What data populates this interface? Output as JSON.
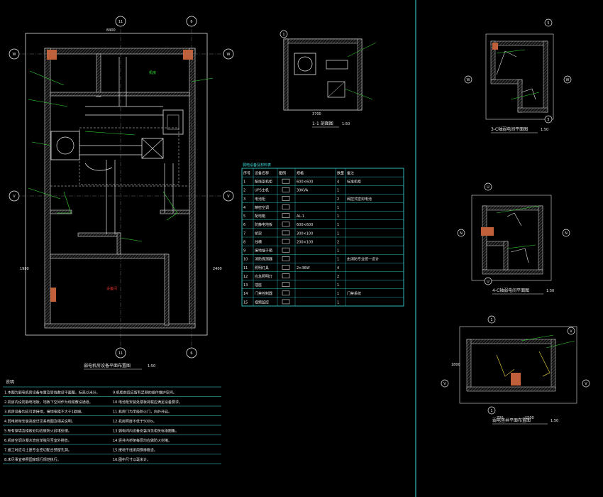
{
  "drawing": {
    "main_plan_title": "弱电机房设备平面布置图",
    "main_plan_scale": "1:50",
    "section_title": "1-1 剖面图",
    "section_scale": "1:50",
    "plan_b_title": "3-C轴弱电间平面图",
    "plan_b_scale": "1:50",
    "plan_c_title": "4-C轴弱电间平面图",
    "plan_c_scale": "1:50",
    "plan_d_title": "弱电竖井平面布置图",
    "plan_d_scale": "1:50",
    "main_room_label": "机房",
    "lower_room_label": "设备间",
    "axes": {
      "top_left": "11",
      "top_right": "6",
      "bottom_left": "11",
      "bottom_right": "6",
      "left_top": "W",
      "left_mid": "V",
      "right_top": "W",
      "right_mid": "V",
      "section_top": "1",
      "b_top": "5",
      "b_bottom": "5",
      "b_left": "W",
      "b_right": "W",
      "c_top": "U",
      "c_left": "N",
      "c_right": "N",
      "c_bottom": "U",
      "d_top_left": "1",
      "d_top_right": "V",
      "d_left": "V",
      "d_right": "V",
      "d_bottom": "1"
    },
    "dimension_labels": [
      "8400",
      "1980",
      "2400",
      "3700",
      "1800",
      "700",
      "1500"
    ]
  },
  "legend_table": {
    "title": "弱电设备及材料表",
    "headers": [
      "序号",
      "设备名称",
      "图例",
      "规格",
      "数量",
      "备注"
    ],
    "rows": [
      [
        "1",
        "配线架机柜",
        "",
        "600×600",
        "4",
        "标准机柜"
      ],
      [
        "2",
        "UPS主机",
        "",
        "30KVA",
        "1",
        ""
      ],
      [
        "3",
        "电池柜",
        "",
        "",
        "2",
        "阀控式密封电池"
      ],
      [
        "4",
        "精密空调",
        "",
        "",
        "1",
        ""
      ],
      [
        "5",
        "配电箱",
        "",
        "AL-1",
        "1",
        ""
      ],
      [
        "6",
        "防静电地板",
        "",
        "600×600",
        "1",
        ""
      ],
      [
        "7",
        "桥架",
        "",
        "300×100",
        "1",
        ""
      ],
      [
        "8",
        "线槽",
        "",
        "200×100",
        "2",
        ""
      ],
      [
        "9",
        "接地端子箱",
        "",
        "",
        "1",
        ""
      ],
      [
        "10",
        "消防探测器",
        "",
        "",
        "1",
        "由消防专业统一设计"
      ],
      [
        "11",
        "照明灯具",
        "",
        "2×36W",
        "4",
        ""
      ],
      [
        "12",
        "应急照明灯",
        "",
        "",
        "2",
        ""
      ],
      [
        "13",
        "插座",
        "",
        "",
        "1",
        ""
      ],
      [
        "14",
        "门禁控制器",
        "",
        "",
        "1",
        "门禁系统"
      ],
      [
        "15",
        "视频监控",
        "",
        "",
        "1",
        ""
      ]
    ]
  },
  "notes": {
    "heading": "说明",
    "left": [
      "1.本图为弱电机房设备布置及管线敷设平面图，标高以米计。",
      "2.机房内设防静电地板，地板下空间作为线缆敷设通道。",
      "3.机房设备均应可靠接地，接地电阻不大于1欧姆。",
      "4.弱电桥架安装高度详见系统图及相关说明。",
      "5.所有穿墙及楼板处均应做防火封堵处理。",
      "6.机房空调冷凝水管应单独引至室外排放。",
      "7.施工时应与土建专业密切配合预留孔洞。",
      "8.未尽事宜参照国家现行规范执行。"
    ],
    "right": [
      "9.机柜前后应留有足够的操作维护空间。",
      "10.电池柜安装处楼板荷载应满足设备要求。",
      "11.机房门为甲级防火门，向外开启。",
      "12.机房照度不低于500lx。",
      "13.弱电间内设备安装详见相关标准图集。",
      "14.竖井内桥架每层均应做防火封堵。",
      "15.接地干线采用铜排敷设。",
      "16.图中尺寸以毫米计。"
    ]
  },
  "colors": {
    "background": "#000000",
    "wall": "#d8d8d8",
    "hatch": "#7a7a7a",
    "duct": "#e6e6e6",
    "annotation": "#38e038",
    "axis": "#e8e8e8",
    "table_border": "#3fe0e0",
    "brick": "#c0603a",
    "accent": "#e03030",
    "border_line": "#3fe0e0"
  }
}
